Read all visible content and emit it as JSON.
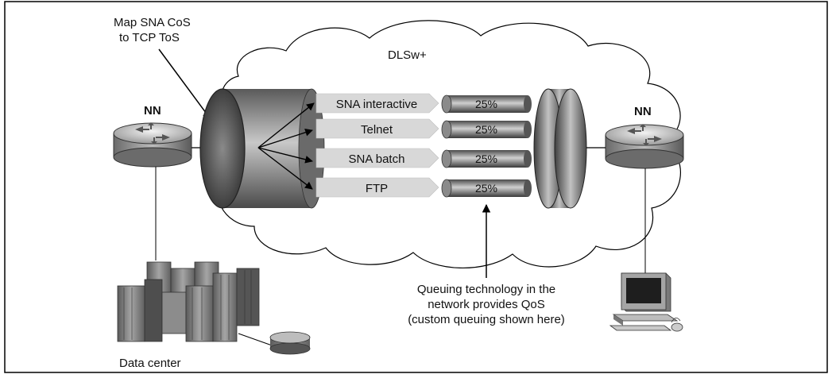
{
  "diagram": {
    "cloud_label": "DLSw+",
    "left_router_label": "NN",
    "right_router_label": "NN",
    "map_note_line1": "Map SNA CoS",
    "map_note_line2": "to TCP ToS",
    "traffic_classes": [
      {
        "label": "SNA interactive",
        "share": "25%"
      },
      {
        "label": "Telnet",
        "share": "25%"
      },
      {
        "label": "SNA batch",
        "share": "25%"
      },
      {
        "label": "FTP",
        "share": "25%"
      }
    ],
    "queue_note_line1": "Queuing technology in the",
    "queue_note_line2": "network provides QoS",
    "queue_note_line3": "(custom queuing shown here)",
    "data_center_label": "Data center"
  }
}
